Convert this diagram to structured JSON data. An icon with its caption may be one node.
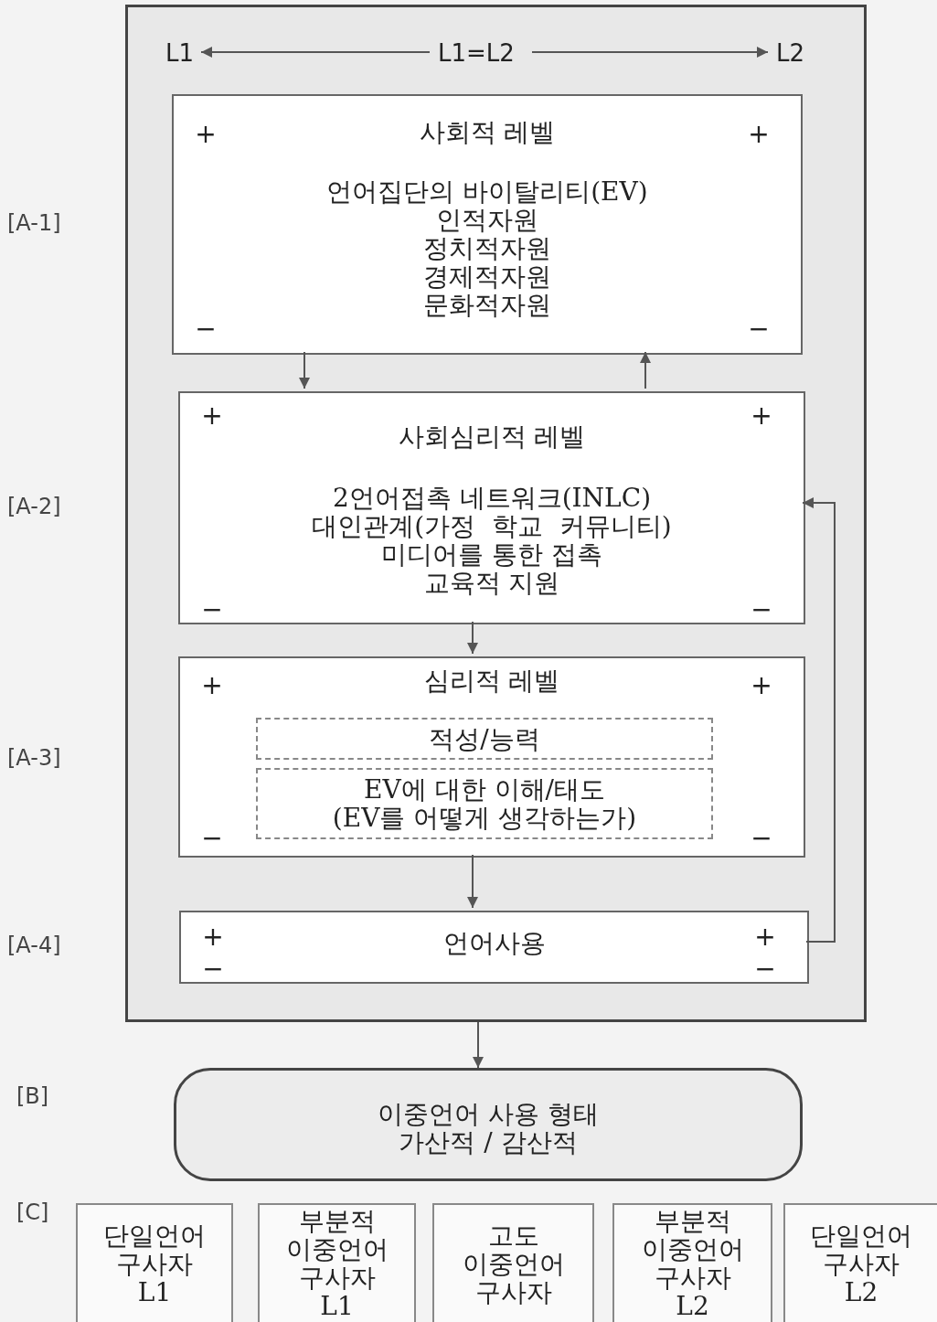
{
  "diagram": {
    "nodes": [
      {
        "text": [],
        "shape": "box"
      },
      {
        "text": [
          "L1"
        ],
        "in": 0
      },
      {
        "text": [
          "L1=L2"
        ],
        "in": 0
      },
      {
        "text": [
          "L2"
        ],
        "in": 0
      },
      {
        "text": [
          "+",
          "사회적 레벨",
          "+",
          "언어집단의 바이탈리티(EV)",
          "인적자원",
          "정치적자원",
          "경제적자원",
          "문화적자원",
          "−",
          "−"
        ],
        "in": 0
      },
      {
        "text": [
          "+",
          "사회심리적 레벨",
          "+",
          "2언어접촉 네트워크(INLC)",
          "대인관계(가정  학교  커뮤니티)",
          "미디어를 통한 접촉",
          "교육적 지원",
          "−",
          "−"
        ],
        "in": 0
      },
      {
        "text": [
          "+",
          "심리적 레벨",
          "+",
          "−",
          "−"
        ],
        "in": 0
      },
      {
        "text": [
          "적성/능력"
        ],
        "in": 6
      },
      {
        "text": [
          "EV에 대한 이해/태도",
          "(EV를 어떻게 생각하는가)"
        ],
        "in": 6
      },
      {
        "text": [
          "+",
          "언어사용",
          "+",
          "−",
          "−"
        ],
        "in": 0
      },
      {
        "text": [
          "이중언어 사용 형태",
          "가산적 / 감산적"
        ]
      },
      {
        "text": [
          "단일언어 구사자 L1"
        ]
      },
      {
        "text": [
          "부분적 이중언어 구사자 L1"
        ]
      },
      {
        "text": [
          "고도 이중언어 구사자"
        ]
      },
      {
        "text": [
          "부분적 이중언어 구사자 L2"
        ]
      },
      {
        "text": [
          "단일언어 구사자 L2"
        ]
      }
    ],
    "edges": [
      {
        "from": 2,
        "to": 1,
        "arrow": "to"
      },
      {
        "from": 2,
        "to": 3,
        "arrow": "to"
      },
      {
        "from": 4,
        "to": 5,
        "arrow": "to"
      },
      {
        "from": 5,
        "to": 4,
        "arrow": "to"
      },
      {
        "from": 5,
        "to": 6,
        "arrow": "to"
      },
      {
        "from": 6,
        "to": 9,
        "arrow": "to"
      },
      {
        "from": 9,
        "to": 5,
        "arrow": "to"
      },
      {
        "from": 0,
        "to": 10,
        "arrow": "to"
      }
    ],
    "labels": [
      "[A-1]",
      "[A-2]",
      "[A-3]",
      "[A-4]",
      "[B]",
      "[C]"
    ]
  }
}
